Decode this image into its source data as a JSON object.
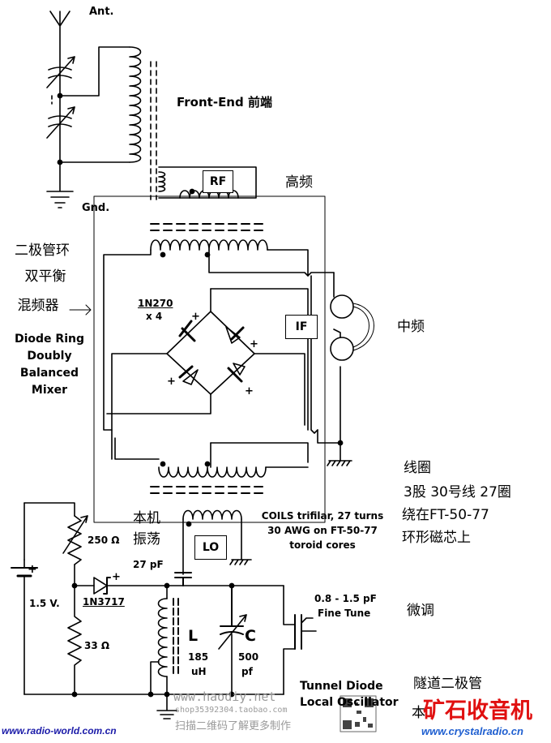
{
  "labels": {
    "antenna": "Ant.",
    "ground": "Gnd.",
    "front_end": "Front-End 前端",
    "rf_chinese": "高频",
    "rf_box": "RF",
    "if_box": "IF",
    "if_chinese": "中频",
    "lo_box": "LO",
    "lo_chinese_1": "本机",
    "lo_chinese_2": "振荡",
    "mixer_cn_1": "二极管环",
    "mixer_cn_2": "双平衡",
    "mixer_cn_3": "混频器",
    "mixer_en_1": "Diode Ring",
    "mixer_en_2": "Doubly",
    "mixer_en_3": "Balanced",
    "mixer_en_4": "Mixer",
    "diode_part": "1N270",
    "diode_count": "x 4",
    "coils_note_1": "COILS trifilar, 27 turns",
    "coils_note_2": "30 AWG on FT-50-77",
    "coils_note_3": "toroid cores",
    "coils_cn_1": "线圈",
    "coils_cn_2": "3股 30号线 27圈",
    "coils_cn_3": "绕在FT-50-77",
    "coils_cn_4": "环形磁芯上",
    "pot_value": "250 Ω",
    "battery": "1.5 V.",
    "tunnel_diode_part": "1N3717",
    "resistor_value": "33 Ω",
    "cap_27": "27 pF",
    "inductor_letter": "L",
    "inductor_value_1": "185",
    "inductor_value_2": "uH",
    "cap_letter": "C",
    "cap_value_1": "500",
    "cap_value_2": "pf",
    "fine_tune_1": "0.8 - 1.5 pF",
    "fine_tune_2": "Fine Tune",
    "fine_tune_cn": "微调",
    "tunnel_diode_1": "Tunnel Diode",
    "tunnel_diode_2": "Local Oscillator",
    "tunnel_diode_cn": "隧道二极管",
    "tunnel_diode_cn_2": "本"
  },
  "watermarks": {
    "haodiy": "www.haodiy.net",
    "shop": "shop35392304.taobao.com",
    "qr_caption": "扫描二维码了解更多制作",
    "radio_world": "www.radio-world.com.cn",
    "crystalradio_logo": "矿石收音机",
    "crystalradio_url": "www.crystalradio.cn"
  },
  "colors": {
    "ink": "#000000",
    "watermark_gray": "#9a9a9a",
    "radio_world_blue": "#1a1aa8",
    "crystal_red": "#e01010",
    "crystal_blue": "#1f5fd0"
  }
}
